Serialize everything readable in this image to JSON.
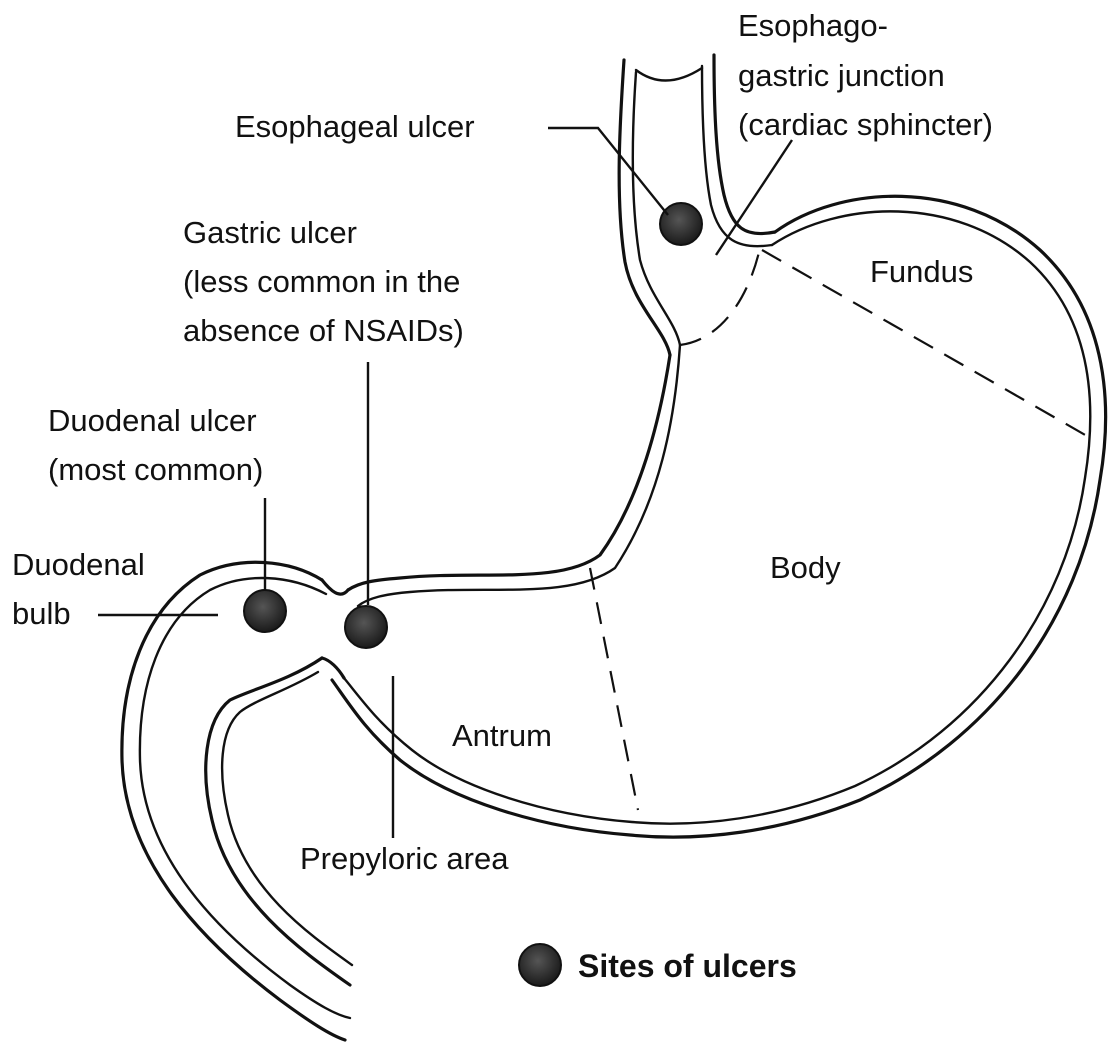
{
  "labels": {
    "esophagogastric_line1": "Esophago-",
    "esophagogastric_line2": "gastric junction",
    "esophagogastric_line3": "(cardiac sphincter)",
    "esophageal_ulcer": "Esophageal ulcer",
    "gastric_ulcer_line1": "Gastric ulcer",
    "gastric_ulcer_line2": "(less common in the",
    "gastric_ulcer_line3": "absence of NSAIDs)",
    "fundus": "Fundus",
    "duodenal_ulcer_line1": "Duodenal ulcer",
    "duodenal_ulcer_line2": "(most common)",
    "duodenal_bulb_line1": "Duodenal",
    "duodenal_bulb_line2": "bulb",
    "body": "Body",
    "antrum": "Antrum",
    "prepyloric_area": "Prepyloric area"
  },
  "legend": {
    "text": "Sites of ulcers"
  },
  "colors": {
    "ink": "#111111",
    "ulcer_fill": "#2b2b2b",
    "background": "#ffffff"
  }
}
